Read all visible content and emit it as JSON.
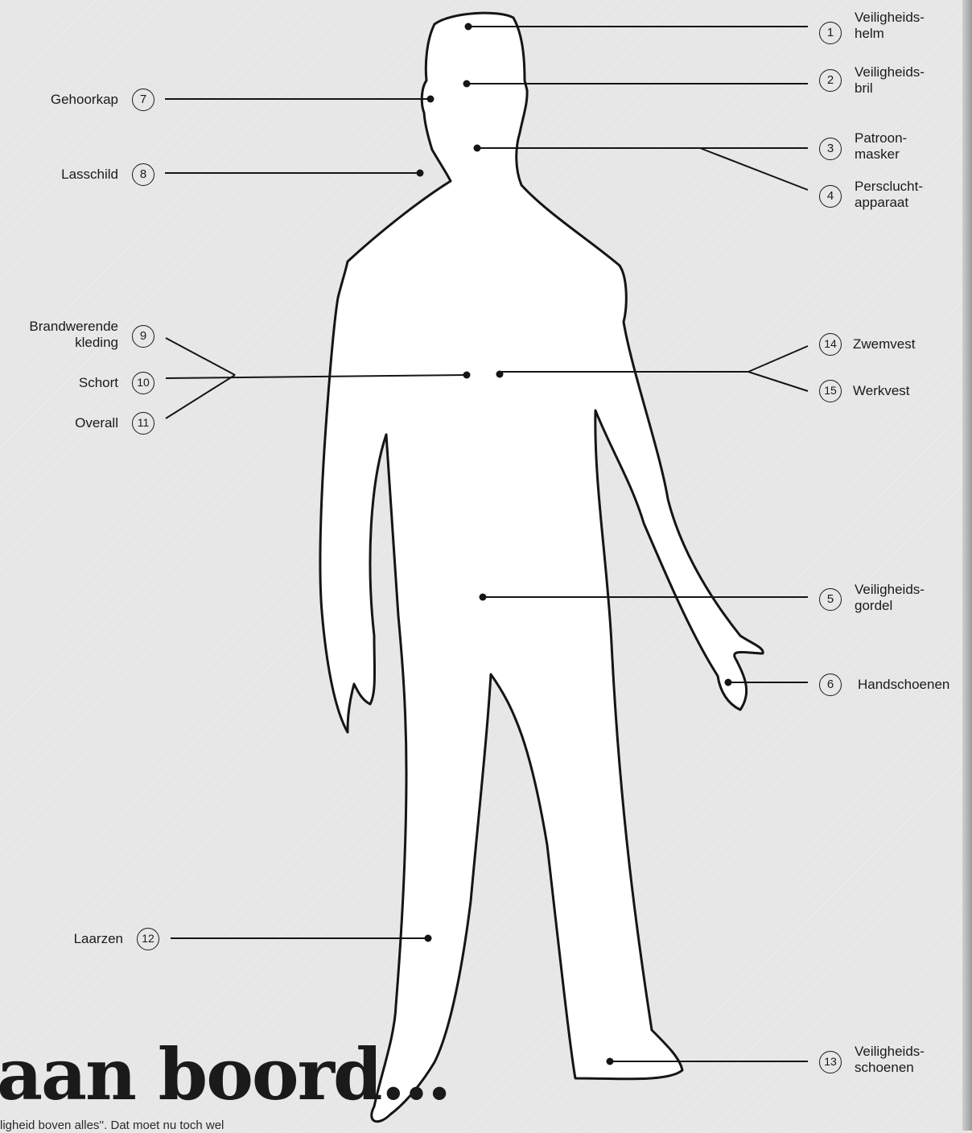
{
  "items": [
    {
      "num": "1",
      "label": "Veiligheids-\nhelm"
    },
    {
      "num": "2",
      "label": "Veiligheids-\nbril"
    },
    {
      "num": "3",
      "label": "Patroon-\nmasker"
    },
    {
      "num": "4",
      "label": "Persclucht-\napparaat"
    },
    {
      "num": "5",
      "label": "Veiligheids-\ngordel"
    },
    {
      "num": "6",
      "label": "Handschoenen"
    },
    {
      "num": "7",
      "label": "Gehoorkap"
    },
    {
      "num": "8",
      "label": "Lasschild"
    },
    {
      "num": "9",
      "label": "Brandwerende\nkleding"
    },
    {
      "num": "10",
      "label": "Schort"
    },
    {
      "num": "11",
      "label": "Overall"
    },
    {
      "num": "12",
      "label": "Laarzen"
    },
    {
      "num": "13",
      "label": "Veiligheids-\nschoenen"
    },
    {
      "num": "14",
      "label": "Zwemvest"
    },
    {
      "num": "15",
      "label": "Werkvest"
    }
  ],
  "title": "aan boord...",
  "body_text": "ligheid boven alles''. Dat moet nu toch wel"
}
